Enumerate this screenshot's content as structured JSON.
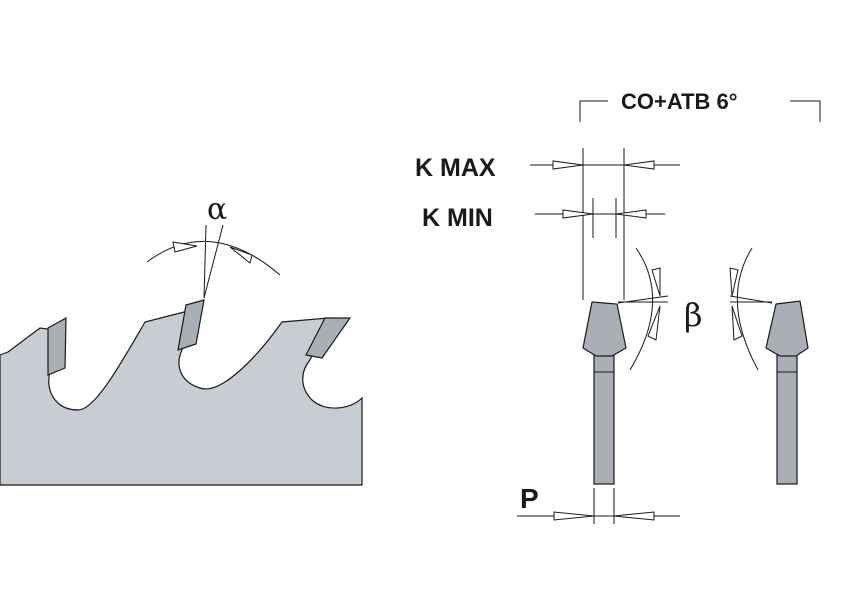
{
  "labels": {
    "alpha": "α",
    "beta": "β",
    "grind": "CO+ATB 6°",
    "k_max": "K MAX",
    "k_min": "K MIN",
    "p": "P"
  },
  "colors": {
    "blade": "#c8cdd3",
    "tooth": "#a9afb5",
    "outline": "#1a1a1a",
    "background": "#ffffff"
  }
}
